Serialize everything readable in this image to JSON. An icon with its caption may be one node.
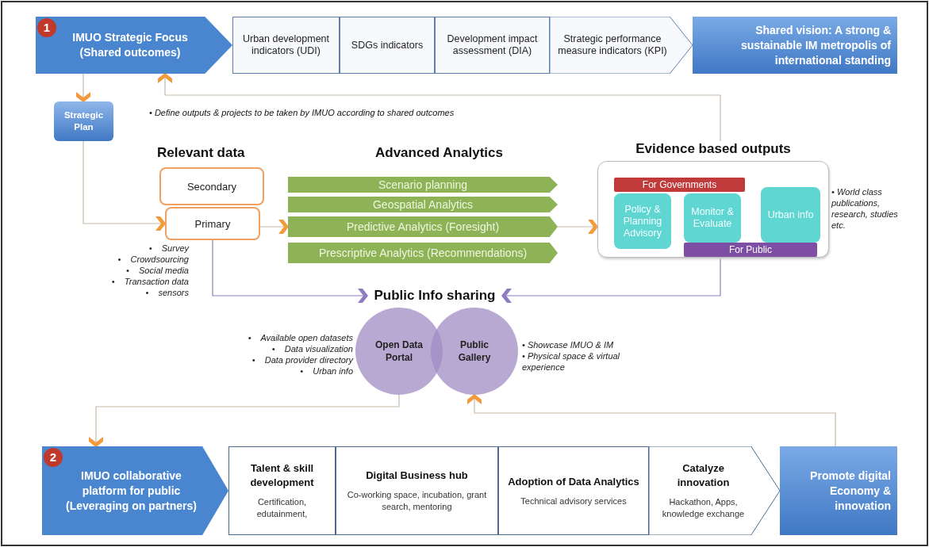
{
  "diagram": {
    "nodes": [
      {
        "text": [
          "1",
          "IMUO Strategic Focus (Shared outcomes)"
        ]
      },
      {
        "text": [
          "Urban development indicators (UDI)"
        ]
      },
      {
        "text": [
          "SDGs indicators"
        ]
      },
      {
        "text": [
          "Development impact assessment (DIA)"
        ]
      },
      {
        "text": [
          "Strategic performance measure indicators (KPI)"
        ]
      },
      {
        "text": [
          "Shared vision: A strong & sustainable IM metropolis of international standing"
        ]
      },
      {
        "text": [
          "Strategic Plan"
        ]
      },
      {
        "text": [
          "Secondary"
        ]
      },
      {
        "text": [
          "Primary"
        ],
        "beside": [
          "•    Survey",
          "•    Crowdsourcing",
          "•    Social media",
          "•    Transaction data",
          "•    sensors"
        ]
      },
      {
        "text": [
          "Scenario planning"
        ]
      },
      {
        "text": [
          "Geospatial Analytics"
        ]
      },
      {
        "text": [
          "Predictive Analytics (Foresight)"
        ]
      },
      {
        "text": [
          "Prescriptive Analytics (Recommendations)"
        ]
      },
      {
        "text": [
          "Evidence based outputs"
        ],
        "beside": [
          "• World class publications, research, studies etc."
        ]
      },
      {
        "text": [
          "For Governments"
        ],
        "in": 13
      },
      {
        "text": [
          "Policy & Planning Advisory"
        ],
        "in": 13
      },
      {
        "text": [
          "Monitor & Evaluate"
        ],
        "in": 13
      },
      {
        "text": [
          "Urban info"
        ],
        "in": 13
      },
      {
        "text": [
          "For Public"
        ],
        "in": 13
      },
      {
        "text": [
          "Public Info sharing"
        ]
      },
      {
        "text": [
          "Open Data Portal"
        ],
        "beside": [
          "•    Available open datasets",
          "•    Data visualization",
          "•    Data provider directory",
          "•    Urban info"
        ]
      },
      {
        "text": [
          "Public Gallery"
        ],
        "beside": [
          "• Showcase IMUO & IM",
          "• Physical space & virtual experience"
        ]
      },
      {
        "text": [
          "2",
          "IMUO collaborative platform for public (Leveraging on partners)"
        ]
      },
      {
        "text": [
          "Talent & skill development",
          "Certification, edutainment,"
        ]
      },
      {
        "text": [
          "Digital Business hub",
          "Co-working space, incubation, grant search, mentoring"
        ]
      },
      {
        "text": [
          "Adoption of Data Analytics",
          "Technical advisory services"
        ]
      },
      {
        "text": [
          "Catalyze innovation",
          "Hackathon, Apps, knowledge exchange"
        ]
      },
      {
        "text": [
          "Promote digital Economy & innovation"
        ]
      }
    ],
    "edges": [
      {
        "from": 0,
        "to": 6,
        "arrow": "to"
      },
      {
        "from": 6,
        "to": 8,
        "arrow": "to"
      },
      {
        "from": 8,
        "to": 11,
        "arrow": "to"
      },
      {
        "from": 11,
        "to": 13,
        "arrow": "to"
      },
      {
        "from": 13,
        "to": 0,
        "arrow": "to"
      },
      {
        "from": 8,
        "to": 19,
        "arrow": "to",
        "color": "#8e7cc3"
      },
      {
        "from": 13,
        "to": 19,
        "arrow": "to",
        "color": "#8e7cc3"
      },
      {
        "from": 20,
        "to": 22,
        "arrow": "to"
      },
      {
        "from": 27,
        "to": 21,
        "arrow": "to"
      }
    ],
    "labels": [
      "• Define outputs & projects to be taken by IMUO according to shared outcomes",
      "Relevant data",
      "Advanced Analytics"
    ]
  }
}
